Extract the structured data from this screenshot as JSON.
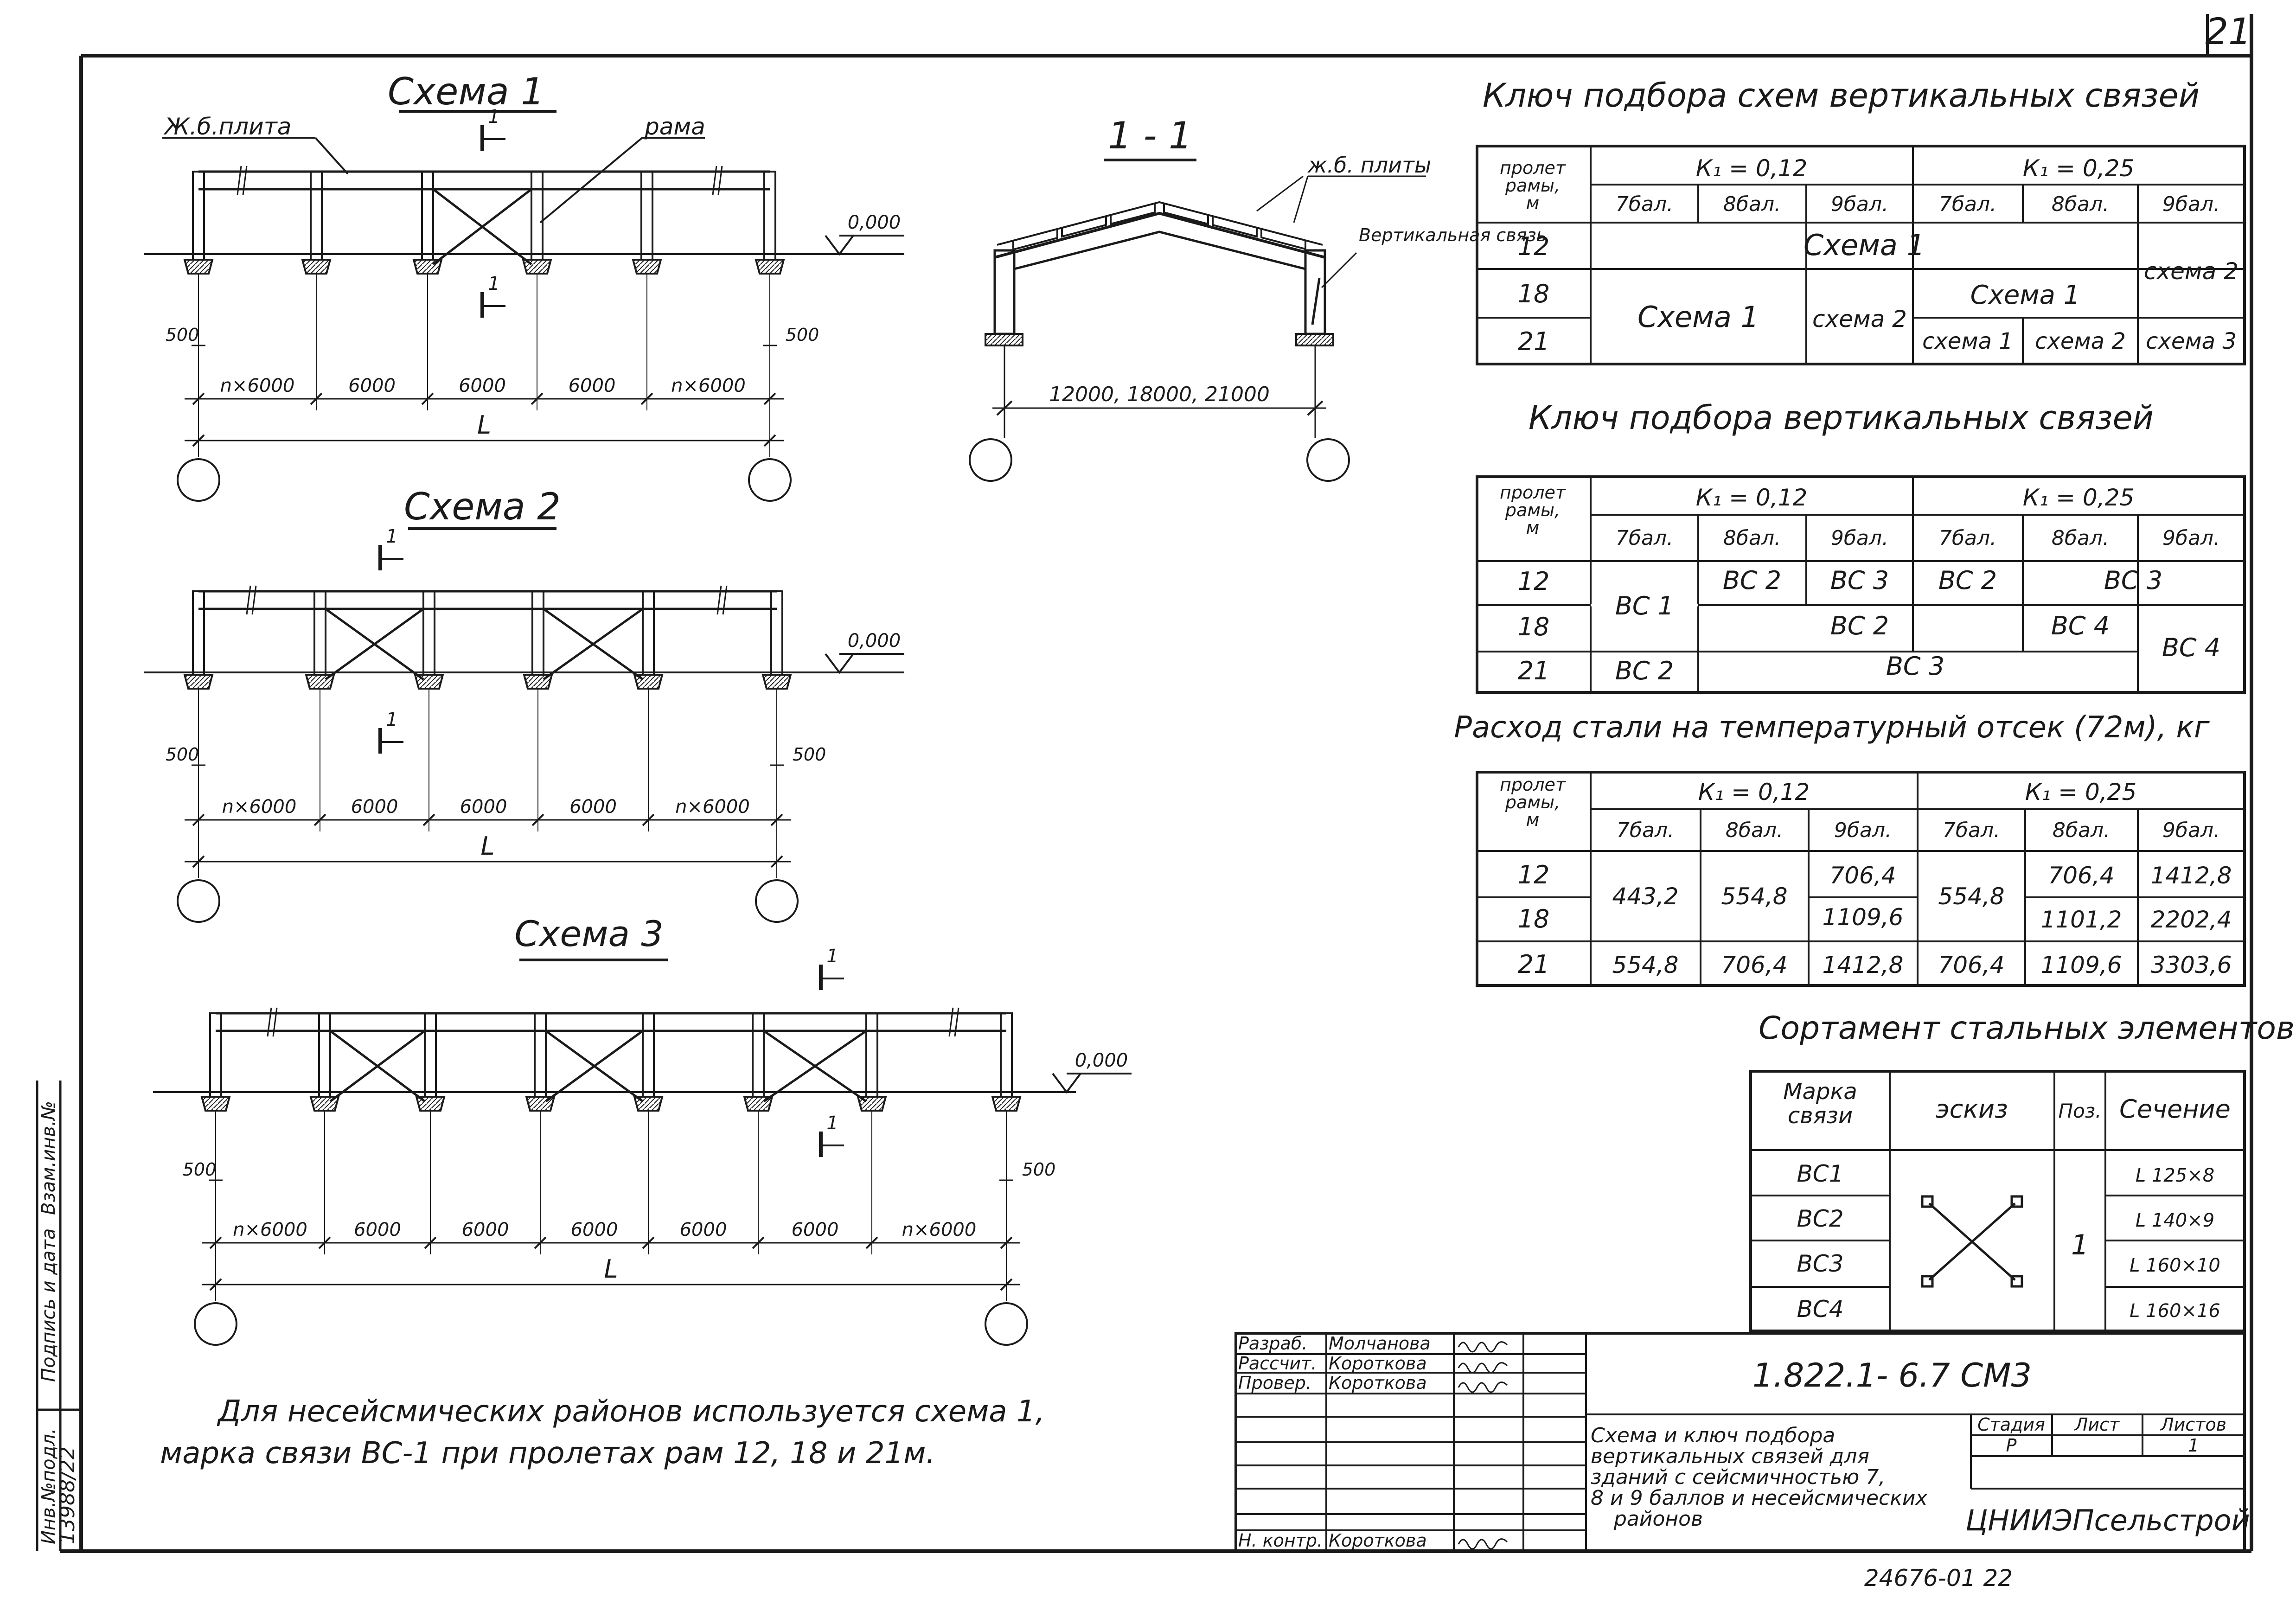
{
  "page_number": "21",
  "drawing_number": "24676-01 22",
  "left_strip": {
    "inv_label": "Инв.№подл.",
    "inv_number": "13988/22",
    "sign_label": "Подпись и дата",
    "replace_label": "Взам.инв.№"
  },
  "common": {
    "level": "0,000",
    "offset": "500",
    "span_n": "n×6000",
    "span_6": "6000",
    "length": "L",
    "cut_mark": "1"
  },
  "schemes": [
    {
      "title": "Схема 1",
      "slab_label": "Ж.б.плита",
      "frame_label": "рама"
    },
    {
      "title": "Схема 2"
    },
    {
      "title": "Схема 3"
    }
  ],
  "section": {
    "title": "1 - 1",
    "slab_label": "ж.б. плиты",
    "brace_label": "Вертикальная связь",
    "spans": "12000, 18000, 21000"
  },
  "note": [
    "Для несейсмических районов используется схема 1,",
    "марка связи ВС-1 при пролетах рам 12, 18 и 21м."
  ],
  "table1": {
    "title": "Ключ подбора схем вертикальных связей",
    "span_header": "пролет рамы, м",
    "k1_a": "К₁ = 0,12",
    "k1_b": "К₁ = 0,25",
    "scores": [
      "7бал.",
      "8бал.",
      "9бал.",
      "7бал.",
      "8бал.",
      "9бал."
    ],
    "rows": [
      "12",
      "18",
      "21"
    ],
    "cells": {
      "r12": "Схема 1",
      "r1821_a": "Схема 1",
      "r1821_b": "схема 2",
      "r18_c": "Схема 1",
      "r21_c": "схема 1",
      "r21_d": "схема 2",
      "r21_e": "схема 3",
      "r1218_e": "схема 2"
    }
  },
  "table2": {
    "title": "Ключ подбора вертикальных связей",
    "span_header": "пролет рамы, м",
    "k1_a": "К₁ = 0,12",
    "k1_b": "К₁ = 0,25",
    "scores": [
      "7бал.",
      "8бал.",
      "9бал.",
      "7бал.",
      "8бал.",
      "9бал."
    ],
    "rows": [
      "12",
      "18",
      "21"
    ],
    "cells": {
      "vs1": "ВС 1",
      "r12_b": "ВС 2",
      "r12_c": "ВС 3",
      "r12_d": "ВС 2",
      "r12_ef": "ВС 3",
      "r18_bd": "ВС 2",
      "r18_e": "ВС 4",
      "r1821_f": "ВС 4",
      "r21_a": "ВС 2",
      "r21_be": "ВС 3"
    }
  },
  "table3": {
    "title": "Расход стали на температурный отсек (72м), кг",
    "span_header": "пролет рамы, м",
    "k1_a": "К₁ = 0,12",
    "k1_b": "К₁ = 0,25",
    "scores": [
      "7бал.",
      "8бал.",
      "9бал.",
      "7бал.",
      "8бал.",
      "9бал."
    ],
    "rows": [
      "12",
      "18",
      "21"
    ],
    "cells": {
      "a1218": "443,2",
      "b1218": "554,8",
      "c12": "706,4",
      "c18": "1109,6",
      "d1218": "554,8",
      "e12": "706,4",
      "f12": "1412,8",
      "e18": "1101,2",
      "f18": "2202,4"
    },
    "row21": [
      "554,8",
      "706,4",
      "1412,8",
      "706,4",
      "1109,6",
      "3303,6"
    ]
  },
  "table4": {
    "title": "Сортамент стальных элементов",
    "headers": [
      "Марка связи",
      "эскиз",
      "Поз.",
      "Сечение"
    ],
    "marks": [
      "ВС1",
      "ВС2",
      "ВС3",
      "ВС4"
    ],
    "pos": "1",
    "sections": [
      "L 125×8",
      "L 140×9",
      "L 160×10",
      "L 160×16"
    ]
  },
  "title_block": {
    "roles": [
      "Разраб.",
      "Рассчит.",
      "Провер.",
      "Н. контр."
    ],
    "names": [
      "Молчанова",
      "Короткова",
      "Короткова",
      "Короткова"
    ],
    "code": "1.822.1- 6.7 СМ3",
    "description": [
      "Схема и ключ подбора",
      "вертикальных связей для",
      "зданий с сейсмичностью 7,",
      "8 и 9 баллов и несейсмических",
      "районов"
    ],
    "stage_label": "Стадия",
    "stage": "Р",
    "sheet_label": "Лист",
    "sheet": "",
    "sheets_label": "Листов",
    "sheets": "1",
    "org": "ЦНИИЭПсельстрой"
  }
}
